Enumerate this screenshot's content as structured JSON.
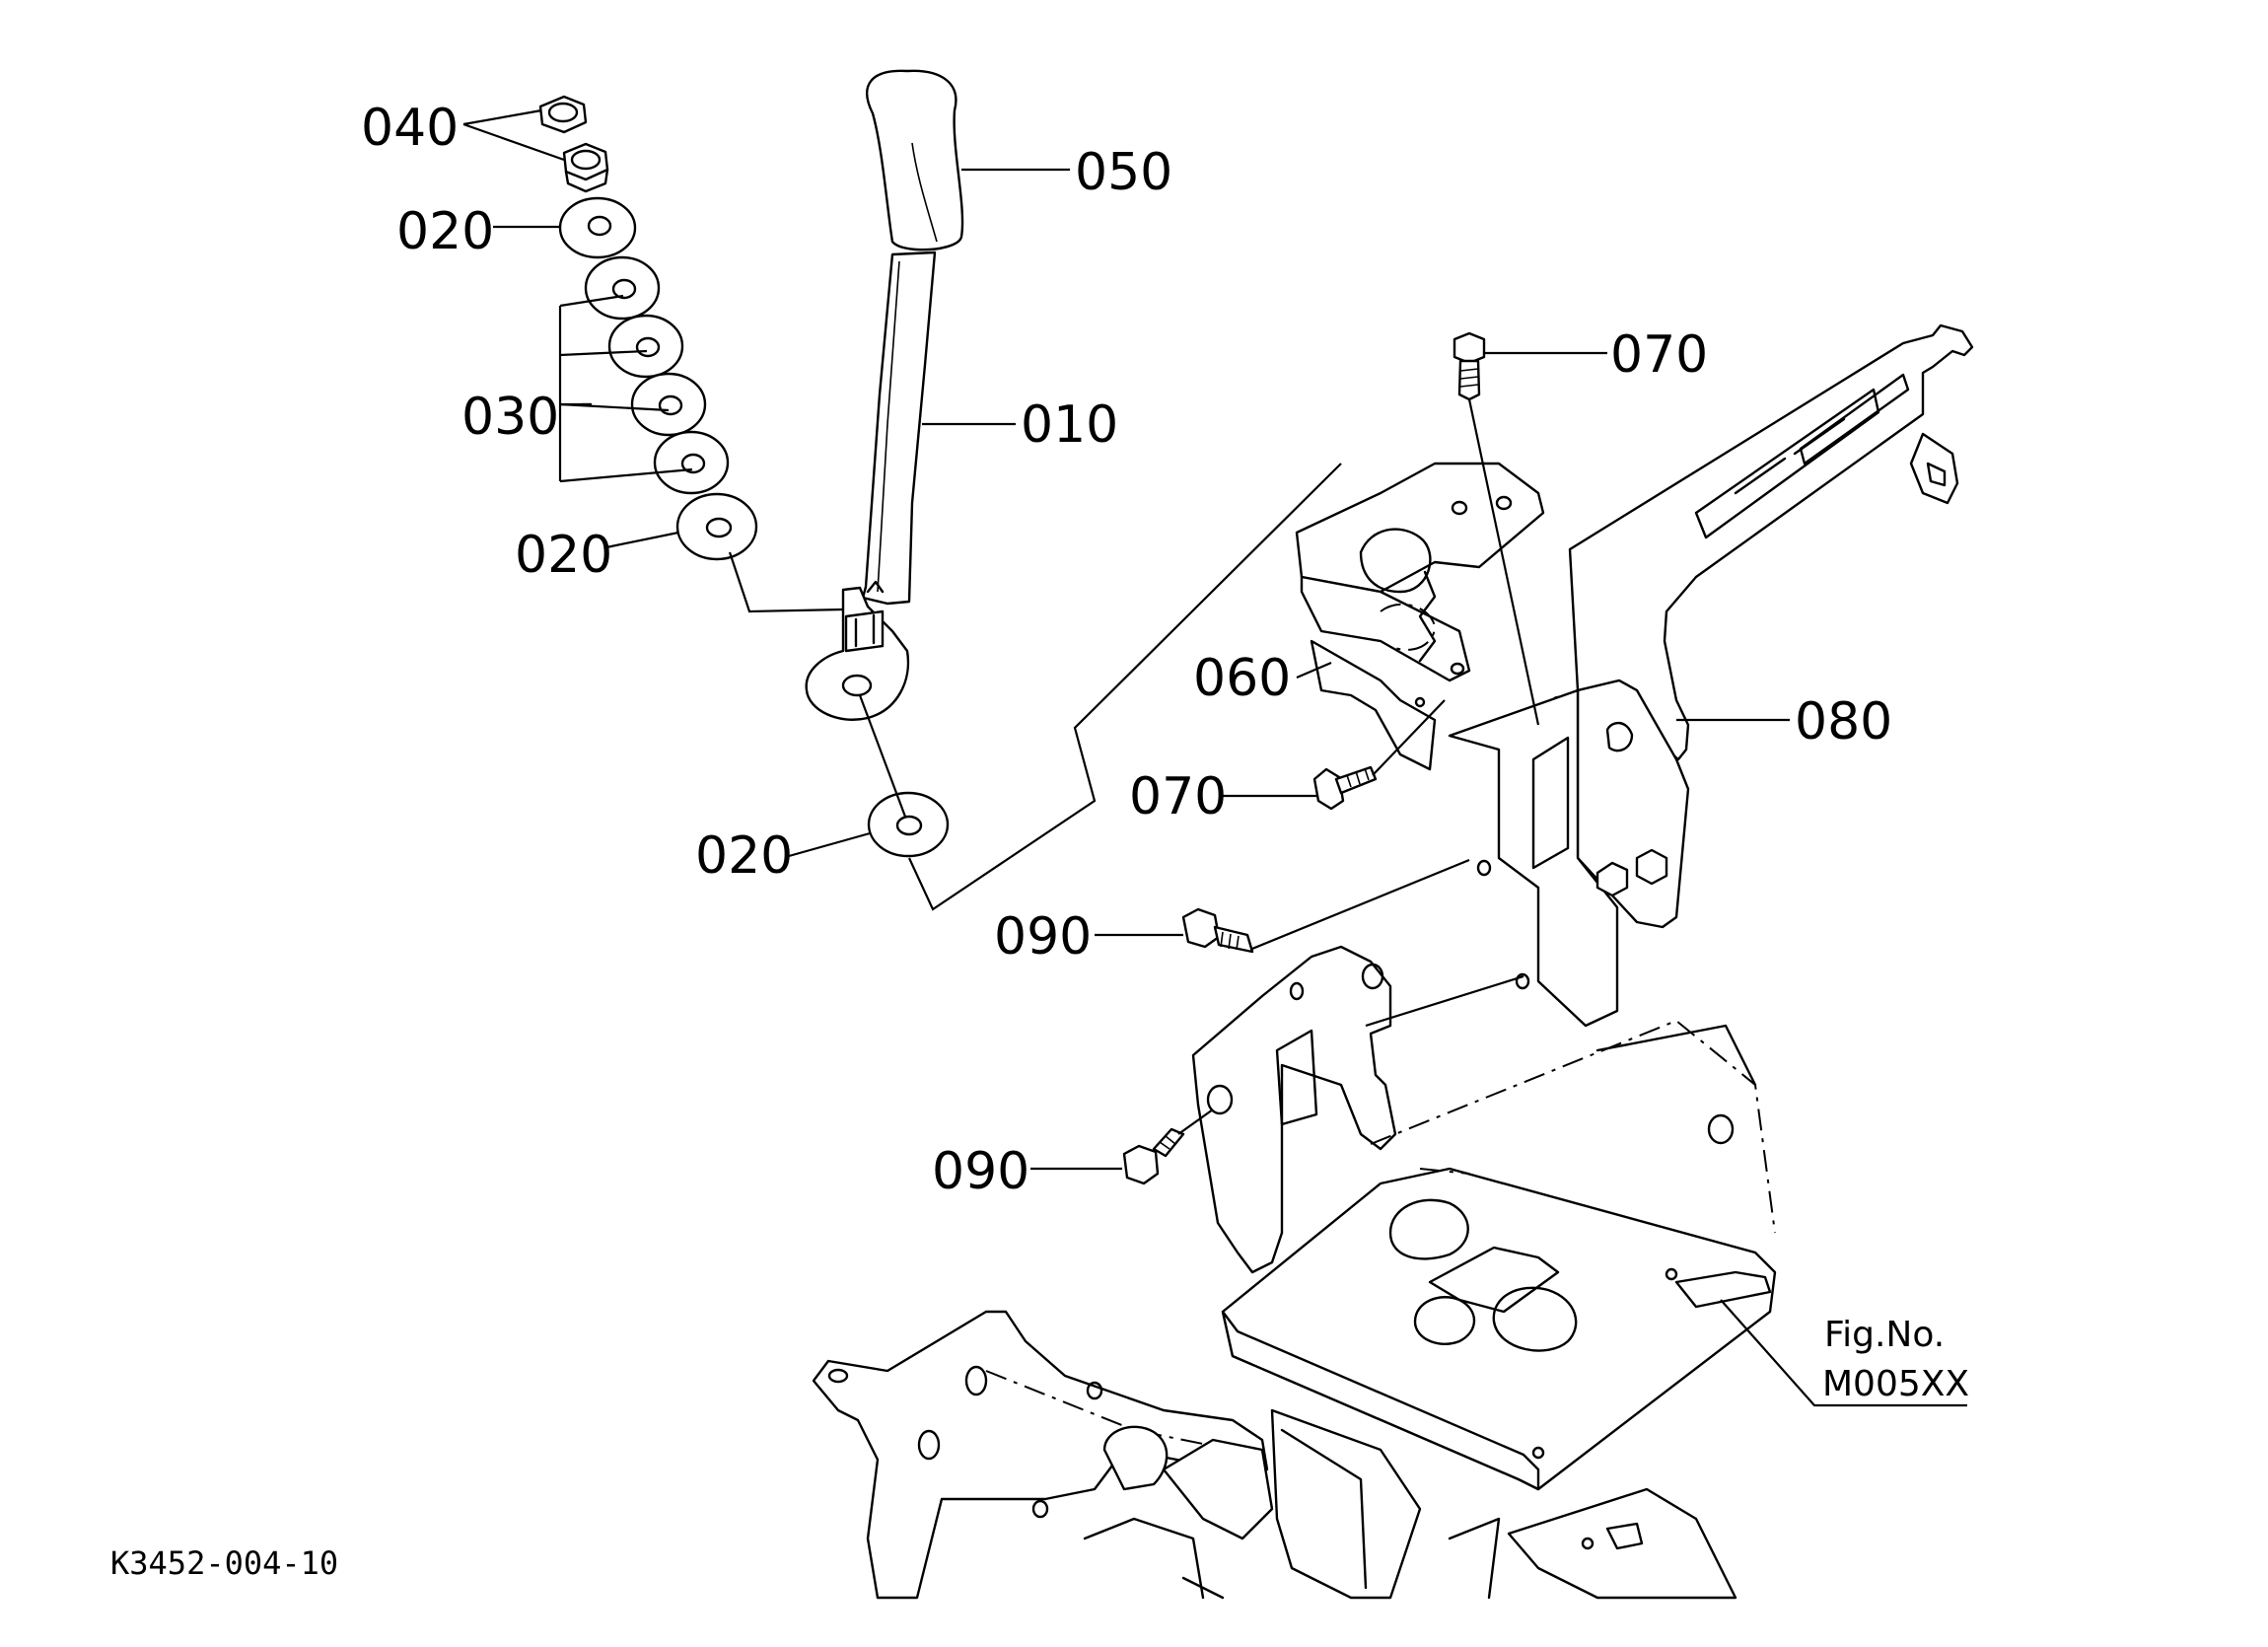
{
  "labels": {
    "p040": "040",
    "p020_top": "020",
    "p030": "030",
    "p020_mid": "020",
    "p020_bottom": "020",
    "p050": "050",
    "p010": "010",
    "p070_top": "070",
    "p060": "060",
    "p070_mid": "070",
    "p080": "080",
    "p090_top": "090",
    "p090_bottom": "090"
  },
  "figure_ref": {
    "line1": "Fig.No.",
    "line2": "M005XX"
  },
  "drawing_code": "K3452-004-10"
}
